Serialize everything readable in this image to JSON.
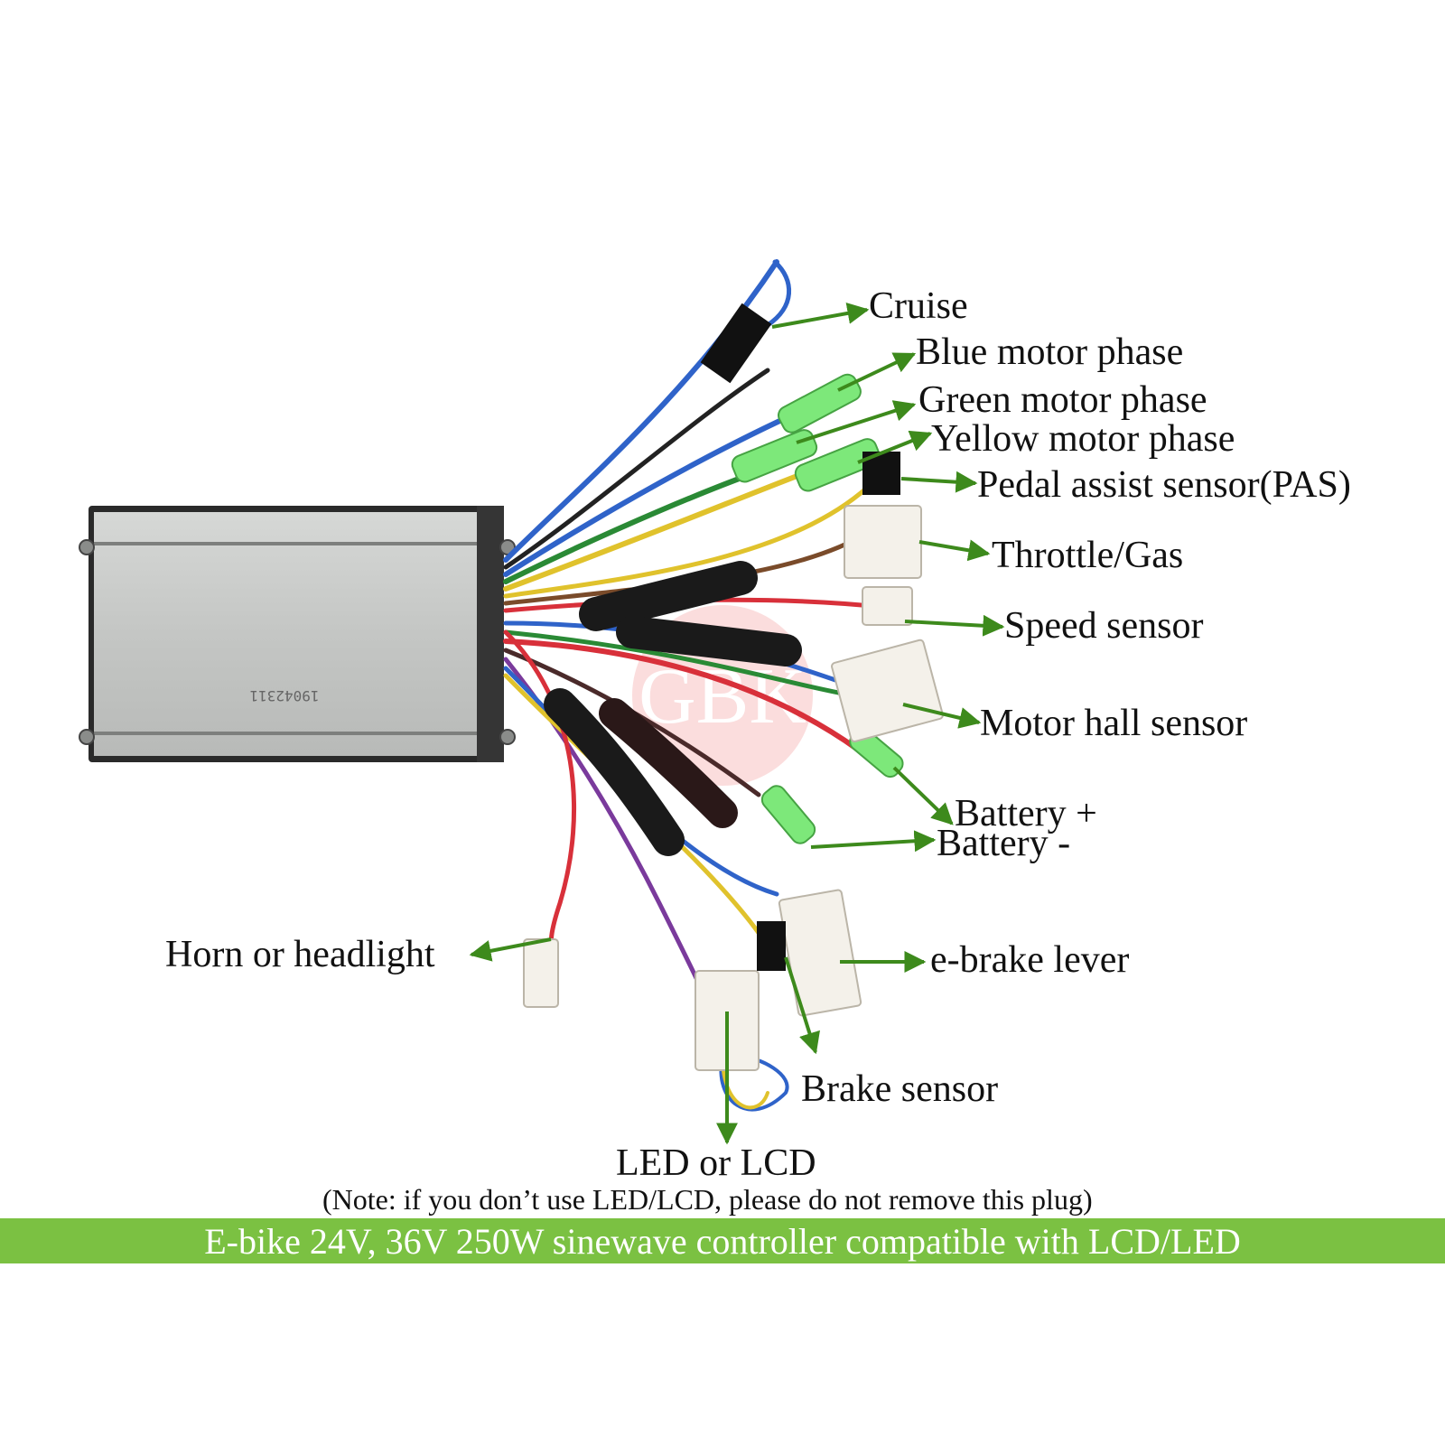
{
  "labels": {
    "cruise": "Cruise",
    "blue_motor_phase": "Blue motor phase",
    "green_motor_phase": "Green motor phase",
    "yellow_motor_phase": "Yellow motor phase",
    "pas": "Pedal assist sensor(PAS)",
    "throttle": "Throttle/Gas",
    "speed_sensor": "Speed sensor",
    "motor_hall": "Motor hall sensor",
    "battery_plus": "Battery +",
    "battery_minus": "Battery -",
    "horn": "Horn or headlight",
    "ebrake": "e-brake lever",
    "brake_sensor": "Brake sensor",
    "led_lcd": "LED or LCD",
    "note": "(Note: if you don’t use LED/LCD, please do not remove this plug)"
  },
  "banner": {
    "text": "E-bike 24V, 36V 250W sinewave controller compatible with LCD/LED",
    "background": "#7bc142",
    "text_color": "#ffffff"
  },
  "controller": {
    "serial": "19042311"
  },
  "watermark": {
    "brand": "GBK"
  },
  "colors": {
    "arrow": "#3d8a1c",
    "housing": "#c9cbc9",
    "connector_green": "#7de87a"
  }
}
